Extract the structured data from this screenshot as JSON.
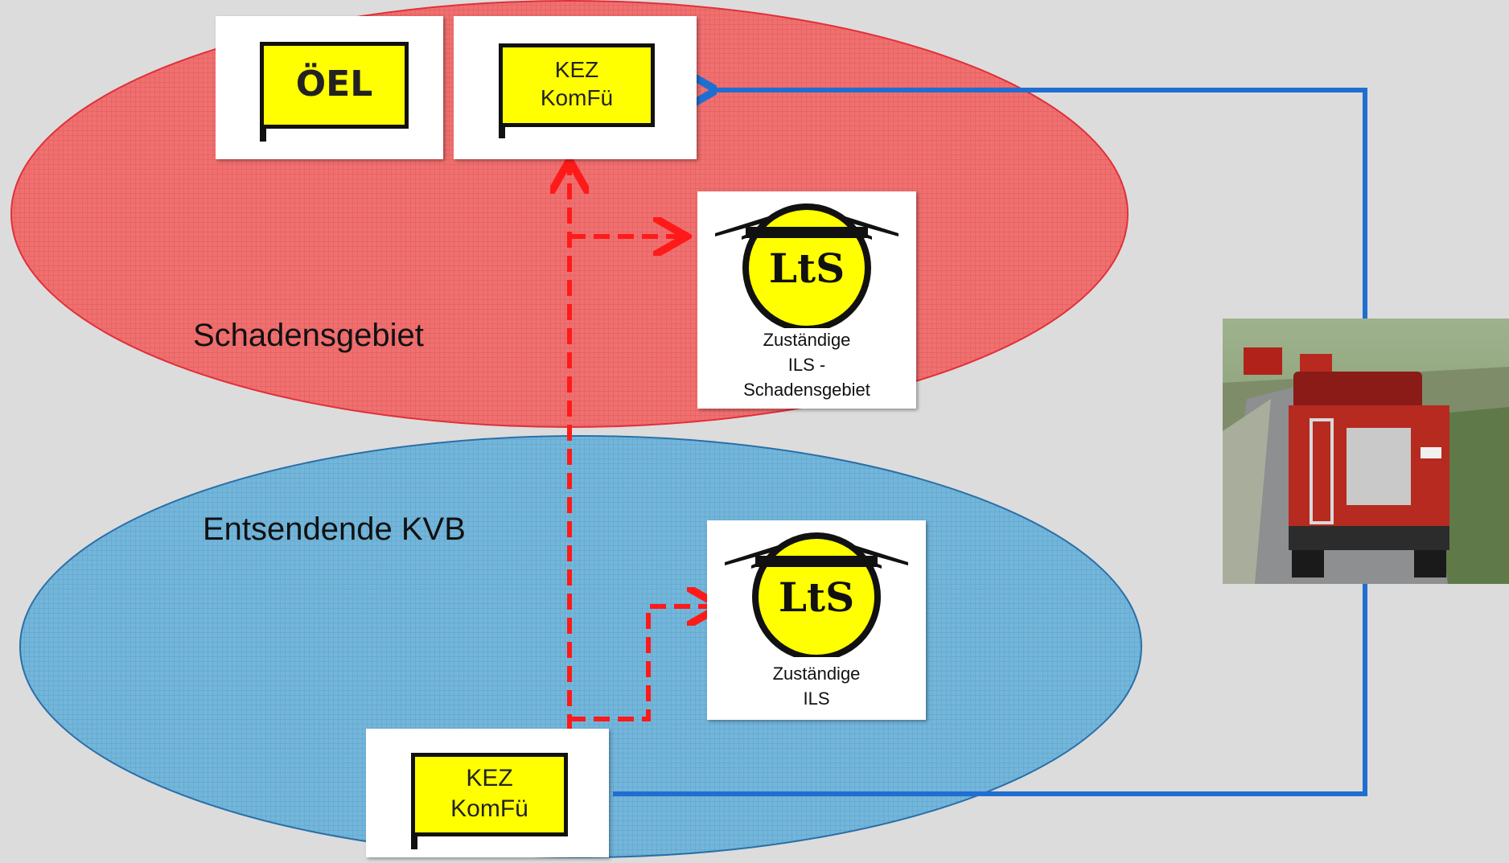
{
  "regions": {
    "damage_area_label": "Schadensgebiet",
    "sending_area_label": "Entsendende KVB"
  },
  "cards": {
    "oel_flag": "ÖEL",
    "kez_top": {
      "line1": "KEZ",
      "line2": "KomFü"
    },
    "kez_bottom": {
      "line1": "KEZ",
      "line2": "KomFü"
    },
    "lts_logo_text": "LtS",
    "lts_top_caption": [
      "Zuständige",
      "ILS -",
      "Schadensgebiet"
    ],
    "lts_bottom_caption": [
      "Zuständige",
      "ILS"
    ]
  },
  "colors": {
    "background": "#dcdcdc",
    "damage_area": "#f06a6a",
    "sending_area": "#6fb3d8",
    "flag_yellow": "#ffff00",
    "dashed_arrow": "#ff0000",
    "solid_arrow": "#1f6fd1"
  },
  "icons": {
    "photo": "fire-truck-photo",
    "lts": "lts-roof-logo"
  }
}
